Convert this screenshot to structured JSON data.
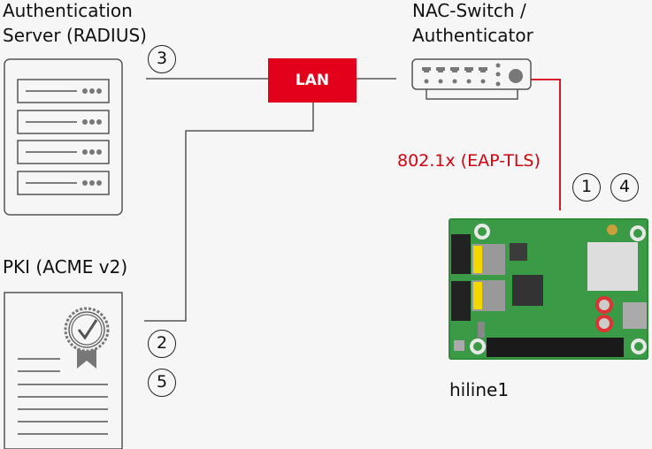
{
  "nodes": {
    "auth_server": {
      "label_line1": "Authentication",
      "label_line2": "Server (RADIUS)"
    },
    "nac_switch": {
      "label_line1": "NAC-Switch /",
      "label_line2": "Authenticator"
    },
    "pki": {
      "label": "PKI (ACME v2)"
    },
    "lan": {
      "label": "LAN"
    },
    "device": {
      "label": "hiline1"
    }
  },
  "links": {
    "protocol_label": "802.1x (EAP-TLS)"
  },
  "steps": {
    "s1": "1",
    "s2": "2",
    "s3": "3",
    "s4": "4",
    "s5": "5"
  },
  "colors": {
    "accent": "#e2001a",
    "line": "#555555",
    "background": "#f6f6f6"
  }
}
